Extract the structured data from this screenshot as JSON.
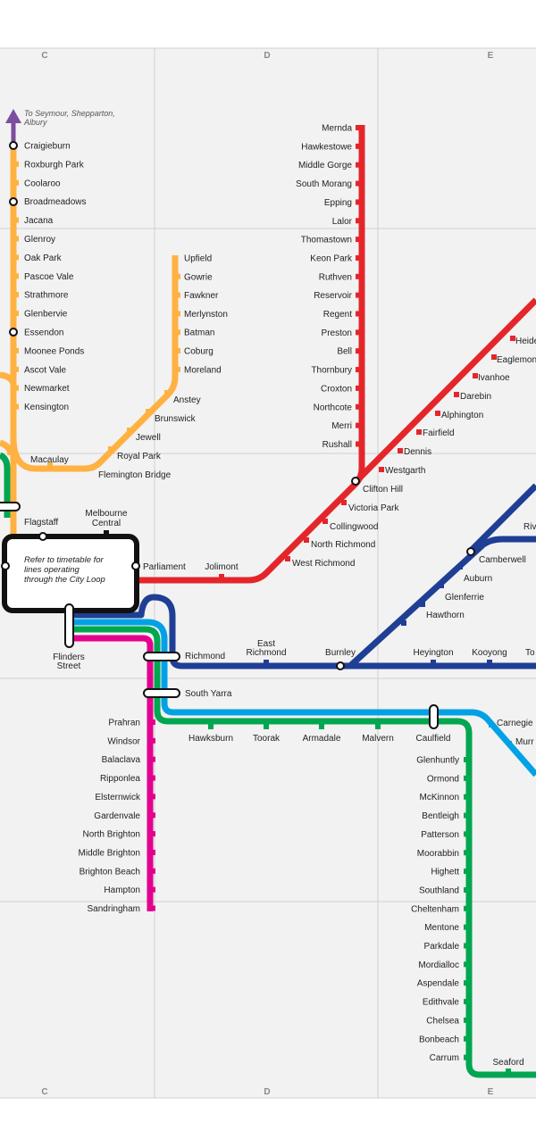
{
  "grid": {
    "columns": [
      "C",
      "D",
      "E"
    ]
  },
  "colors": {
    "craigieburn": "#FFB142",
    "upfield": "#FFB142",
    "mernda": "#E4262B",
    "hurstbridge": "#E4262B",
    "belgrave": "#1F3F95",
    "frankston": "#00A650",
    "sandringham": "#E4008F",
    "cranbourne": "#00A2E5",
    "city_loop": "#111111",
    "seymour": "#7C4E9E"
  },
  "craigieburn_line": {
    "destination_note_1": "To Seymour, Shepparton,",
    "destination_note_2": "Albury",
    "stations": [
      "Craigieburn",
      "Roxburgh Park",
      "Coolaroo",
      "Broadmeadows",
      "Jacana",
      "Glenroy",
      "Oak Park",
      "Pascoe Vale",
      "Strathmore",
      "Glenbervie",
      "Essendon",
      "Moonee Ponds",
      "Ascot Vale",
      "Newmarket",
      "Kensington"
    ]
  },
  "upfield_line": {
    "stations": [
      "Upfield",
      "Gowrie",
      "Fawkner",
      "Merlynston",
      "Batman",
      "Coburg",
      "Moreland"
    ],
    "diagonal": [
      "Anstey",
      "Brunswick",
      "Jewell",
      "Royal Park",
      "Flemington Bridge"
    ]
  },
  "shared": {
    "macaulay": "Macaulay"
  },
  "mernda_line": {
    "stations": [
      "Mernda",
      "Hawkestowe",
      "Middle Gorge",
      "South Morang",
      "Epping",
      "Lalor",
      "Thomastown",
      "Keon Park",
      "Ruthven",
      "Reservoir",
      "Regent",
      "Preston",
      "Bell",
      "Thornbury",
      "Croxton",
      "Northcote",
      "Merri",
      "Rushall"
    ]
  },
  "hurstbridge_line": {
    "stations": [
      "Heidelberg",
      "Eaglemont",
      "Ivanhoe",
      "Darebin",
      "Alphington",
      "Fairfield",
      "Dennis",
      "Westgarth"
    ],
    "heidelberg_visible": "Heide",
    "eaglemont_visible": "Eaglemon"
  },
  "inner_north": {
    "clifton_hill": "Clifton Hill",
    "victoria_park": "Victoria Park",
    "collingwood": "Collingwood",
    "north_richmond": "North Richmond",
    "west_richmond": "West Richmond",
    "jolimont": "Jolimont"
  },
  "city": {
    "flagstaff": "Flagstaff",
    "melbourne_central_1": "Melbourne",
    "melbourne_central_2": "Central",
    "parliament": "Parliament",
    "flinders_1": "Flinders",
    "flinders_2": "Street",
    "loop_note_1": "Refer to timetable for",
    "loop_note_2": "lines operating",
    "loop_note_3": "through the City Loop"
  },
  "belgrave_line": {
    "richmond": "Richmond",
    "east_richmond_1": "East",
    "east_richmond_2": "Richmond",
    "burnley": "Burnley",
    "heyington": "Heyington",
    "kooyong": "Kooyong",
    "tooronga_visible": "To",
    "riversdale_visible": "Riv",
    "camberwell": "Camberwell",
    "auburn": "Auburn",
    "glenferrie": "Glenferrie",
    "hawthorn": "Hawthorn"
  },
  "south_yarra": "South Yarra",
  "sandringham_line": {
    "stations": [
      "Prahran",
      "Windsor",
      "Balaclava",
      "Ripponlea",
      "Elsternwick",
      "Gardenvale",
      "North Brighton",
      "Middle Brighton",
      "Brighton Beach",
      "Hampton",
      "Sandringham"
    ]
  },
  "caulfield_group": {
    "inner": [
      "Hawksburn",
      "Toorak",
      "Armadale",
      "Malvern",
      "Caulfield"
    ],
    "carnegie": "Carnegie",
    "murrumbeena_visible": "Murr"
  },
  "frankston_line": {
    "stations": [
      "Glenhuntly",
      "Ormond",
      "McKinnon",
      "Bentleigh",
      "Patterson",
      "Moorabbin",
      "Highett",
      "Southland",
      "Cheltenham",
      "Mentone",
      "Parkdale",
      "Mordialloc",
      "Aspendale",
      "Edithvale",
      "Chelsea",
      "Bonbeach",
      "Carrum"
    ],
    "seaford": "Seaford"
  }
}
